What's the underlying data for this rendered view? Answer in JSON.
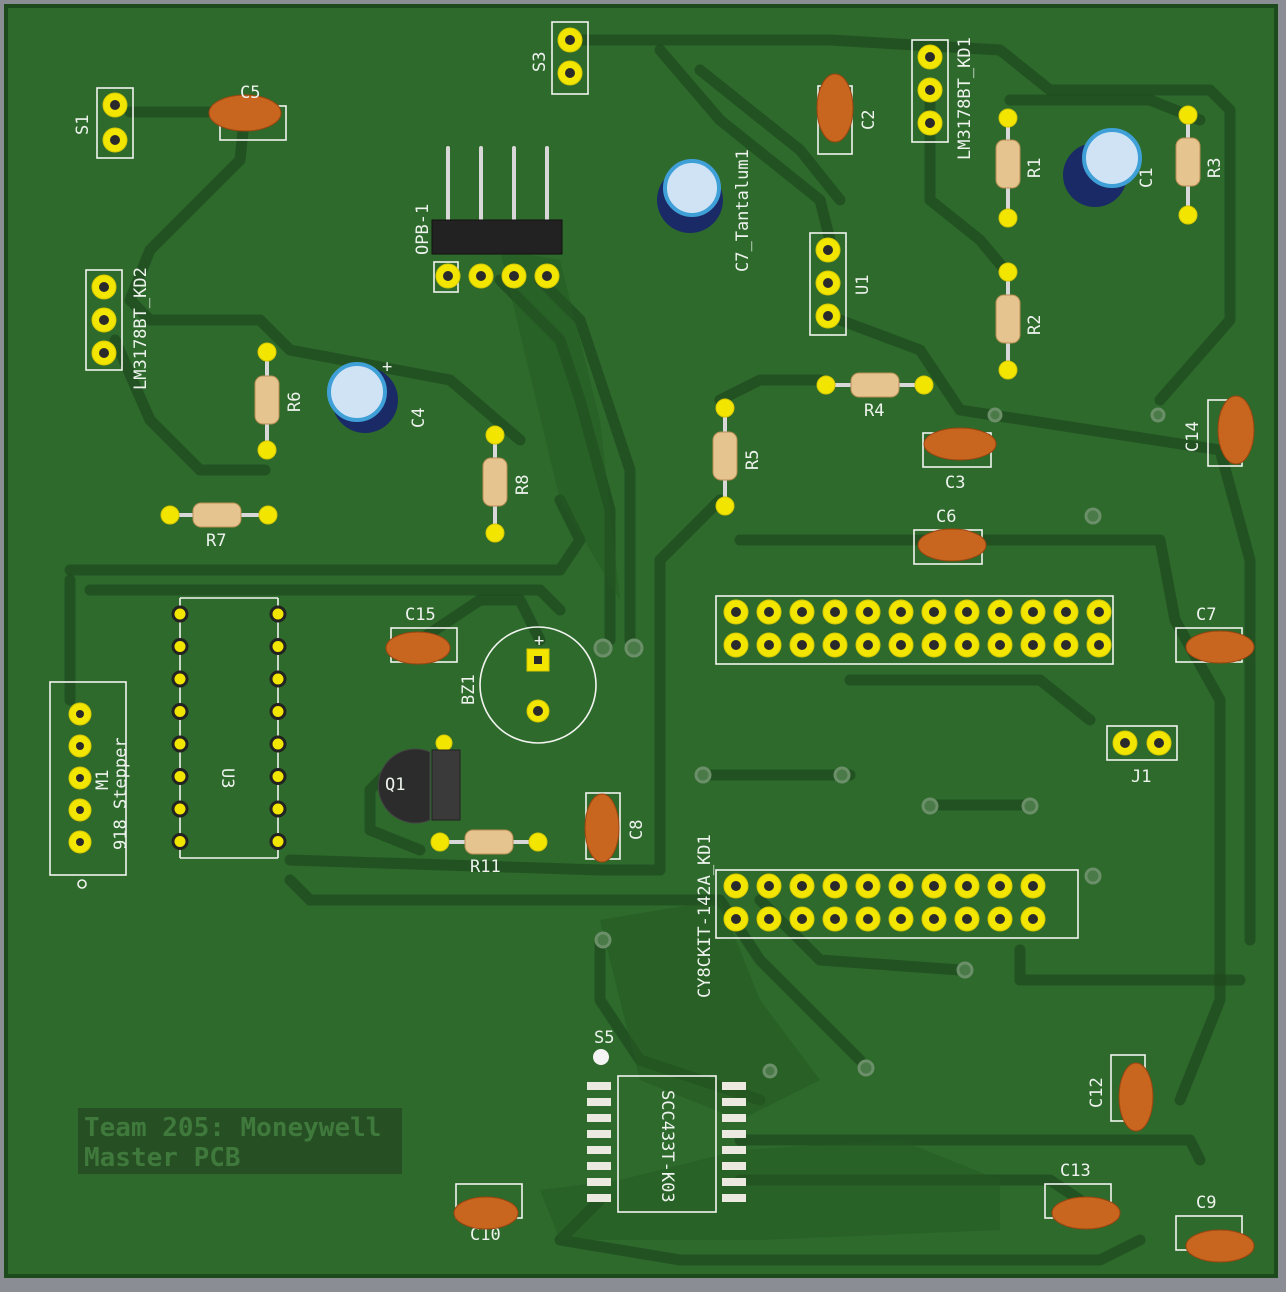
{
  "board_title": {
    "line1": "Team 205: Moneywell",
    "line2": "Master PCB"
  },
  "labels": {
    "S1": "S1",
    "S3": "S3",
    "S5": "S5",
    "C1": "C1",
    "C2": "C2",
    "C3": "C3",
    "C4": "C4",
    "C5": "C5",
    "C6": "C6",
    "C7": "C7",
    "C8": "C8",
    "C9": "C9",
    "C10": "C10",
    "C12": "C12",
    "C13": "C13",
    "C14": "C14",
    "C15": "C15",
    "C7_Tantalum1": "C7_Tantalum1",
    "R1": "R1",
    "R2": "R2",
    "R3": "R3",
    "R4": "R4",
    "R5": "R5",
    "R6": "R6",
    "R7": "R7",
    "R8": "R8",
    "R11": "R11",
    "U1": "U1",
    "U3": "U3",
    "J1": "J1",
    "BZ1": "BZ1",
    "Q1": "Q1",
    "OPB": "OPB-1",
    "LM_KD1": "LM3178BT_KD1",
    "LM_KD2": "LM3178BT_KD2",
    "M1": "M1",
    "stepper": "918 Stepper",
    "cy8": "CY8CKIT-142A_KD1",
    "scc": "SCC433T-K03",
    "plus": "+"
  },
  "colors": {
    "board": "#2e6a2c",
    "board_edge": "#1d4a1c",
    "pad": "#f2e600",
    "silk": "#f2f4f0"
  }
}
